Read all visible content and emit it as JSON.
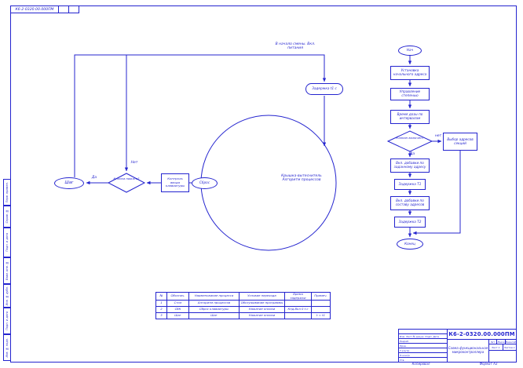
{
  "doc": {
    "corner_stamp": "К6-2-0320.00.000ПМ",
    "copied_label": "Копировал",
    "format_label": "Формат A3"
  },
  "left_flow": {
    "loop_note": "В начало смены. Вкл. питания",
    "delay": "Задержка t1 с",
    "start": "Шаг",
    "yes": "Да",
    "no": "Нет",
    "decision": "Кнопка нажата?",
    "keyboard": "Контроль ввода клавиатуры",
    "reset": "Сброс",
    "circle_line1": "Крышка-вытеснитель",
    "circle_line2": "Алгоритм процессов"
  },
  "right_flow": {
    "start": "Нач",
    "step1": "Установка начального адреса",
    "step2": "Управление степенью",
    "step3": "Время дозы по интервалам",
    "decision": "Клапан включен?",
    "no": "нет",
    "yes": "Да",
    "branch": "Выбор адресов секций",
    "step4": "Вкл. добавки по заданному адресу",
    "delay1": "Задержка Т1",
    "step5": "Вкл. добавки по составу адресов",
    "delay2": "Задержка Т2",
    "end": "Конец"
  },
  "table": {
    "headers": [
      "№",
      "Обознач.",
      "Наименование процесса",
      "Условие перехода",
      "Время задержки",
      "Примеч."
    ],
    "rows": [
      [
        "1",
        "Стоп",
        "Алгоритм процессов",
        "Обслуживание программы",
        "",
        ""
      ],
      [
        "2",
        "СбК",
        "Сброс клавиатуры",
        "Нажатие кнопки",
        "Кнд.Вкл 0 t с",
        ""
      ],
      [
        "3",
        "Шаг",
        "Шаг",
        "Нажатие кнопки",
        "",
        "t = t1"
      ]
    ]
  },
  "title_block": {
    "doc_number": "К6-2-0320.00.000ПМ",
    "header_row": "Изм. Лист  № докум.  Подп.  Дата",
    "left_rows": [
      "Разраб.",
      "Пров.",
      "Т.контр.",
      "Н.контр.",
      "Утв."
    ],
    "title_line1": "Схема функциональная",
    "title_line2": "микроконтроллера",
    "lit": "Лит.",
    "mass": "Масса",
    "scale": "Масштаб",
    "sheet": "Лист 1",
    "sheets": "Листов 1"
  },
  "margin_stamps": [
    "Перв. примен.",
    "Справ. №",
    "Подп. и дата",
    "Взам. инв. №",
    "Инв. № дубл.",
    "Подп. и дата",
    "Инв. № подл."
  ]
}
